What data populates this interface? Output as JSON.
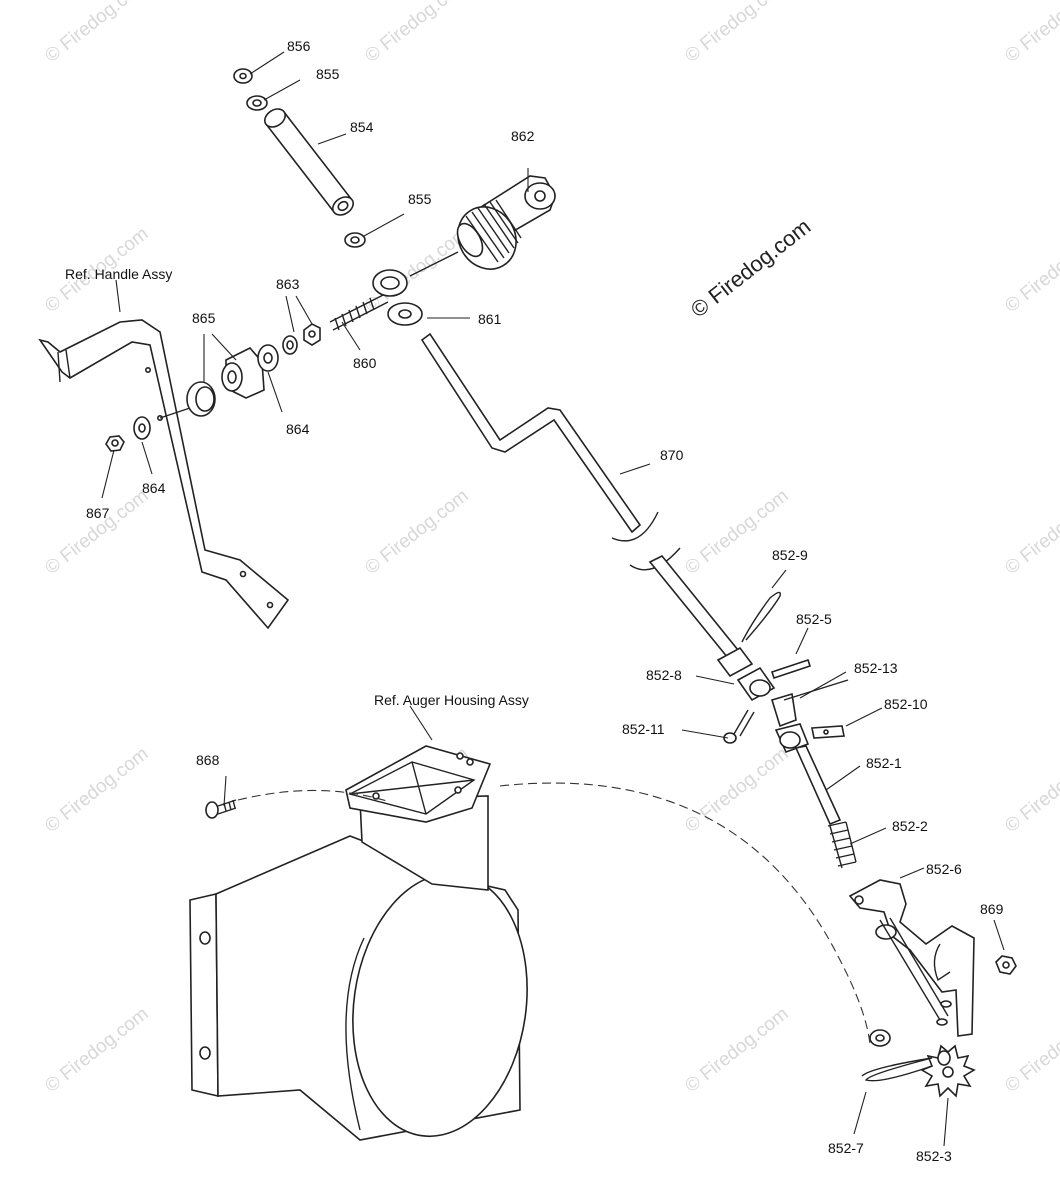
{
  "watermark": {
    "text": "© Firedog.com"
  },
  "copyright_stamp": {
    "text": "© Firedog.com"
  },
  "references": {
    "handle": "Ref. Handle Assy",
    "auger": "Ref. Auger Housing Assy"
  },
  "callouts": [
    {
      "id": "856",
      "text": "856"
    },
    {
      "id": "855a",
      "text": "855"
    },
    {
      "id": "854",
      "text": "854"
    },
    {
      "id": "862",
      "text": "862"
    },
    {
      "id": "855b",
      "text": "855"
    },
    {
      "id": "863",
      "text": "863"
    },
    {
      "id": "865",
      "text": "865"
    },
    {
      "id": "861",
      "text": "861"
    },
    {
      "id": "860",
      "text": "860"
    },
    {
      "id": "864a",
      "text": "864"
    },
    {
      "id": "864b",
      "text": "864"
    },
    {
      "id": "867",
      "text": "867"
    },
    {
      "id": "870",
      "text": "870"
    },
    {
      "id": "852-9",
      "text": "852-9"
    },
    {
      "id": "852-5",
      "text": "852-5"
    },
    {
      "id": "852-8",
      "text": "852-8"
    },
    {
      "id": "852-13",
      "text": "852-13"
    },
    {
      "id": "852-10",
      "text": "852-10"
    },
    {
      "id": "852-11",
      "text": "852-11"
    },
    {
      "id": "868",
      "text": "868"
    },
    {
      "id": "852-1",
      "text": "852-1"
    },
    {
      "id": "852-2",
      "text": "852-2"
    },
    {
      "id": "852-6",
      "text": "852-6"
    },
    {
      "id": "869",
      "text": "869"
    },
    {
      "id": "852-7",
      "text": "852-7"
    },
    {
      "id": "852-3",
      "text": "852-3"
    }
  ]
}
